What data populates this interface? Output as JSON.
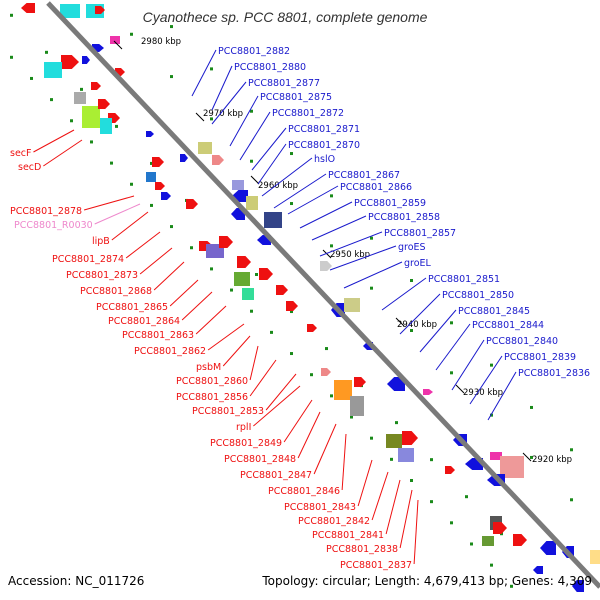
{
  "title": "Cyanothece sp. PCC 8801, complete genome",
  "footer": {
    "accession": "Accession: NC_011726",
    "topology": "Topology: circular; Length: 4,679,413 bp; Genes: 4,309"
  },
  "colors": {
    "backbone": "#7a7a7a",
    "label_right": "#1a1acc",
    "label_left": "#ee1111",
    "label_rna": "#ee88cc",
    "tick": "#1a8a1a"
  },
  "kbp_ticks": [
    "2980 kbp",
    "2970 kbp",
    "2960 kbp",
    "2950 kbp",
    "2940 kbp",
    "2930 kbp",
    "2920 kbp"
  ],
  "labels_right": [
    "PCC8801_2882",
    "PCC8801_2880",
    "PCC8801_2877",
    "PCC8801_2875",
    "PCC8801_2872",
    "PCC8801_2871",
    "PCC8801_2870",
    "hslO",
    "PCC8801_2867",
    "PCC8801_2866",
    "PCC8801_2859",
    "PCC8801_2858",
    "PCC8801_2857",
    "groES",
    "groEL",
    "PCC8801_2851",
    "PCC8801_2850",
    "PCC8801_2845",
    "PCC8801_2844",
    "PCC8801_2840",
    "PCC8801_2839",
    "PCC8801_2836"
  ],
  "labels_left": [
    "secF",
    "secD",
    "PCC8801_2878",
    "PCC8801_R0030",
    "lipB",
    "PCC8801_2874",
    "PCC8801_2873",
    "PCC8801_2868",
    "PCC8801_2865",
    "PCC8801_2864",
    "PCC8801_2863",
    "PCC8801_2862",
    "psbM",
    "PCC8801_2860",
    "PCC8801_2856",
    "PCC8801_2853",
    "rplI",
    "PCC8801_2849",
    "PCC8801_2848",
    "PCC8801_2847",
    "PCC8801_2846",
    "PCC8801_2843",
    "PCC8801_2842",
    "PCC8801_2841",
    "PCC8801_2838",
    "PCC8801_2837"
  ]
}
